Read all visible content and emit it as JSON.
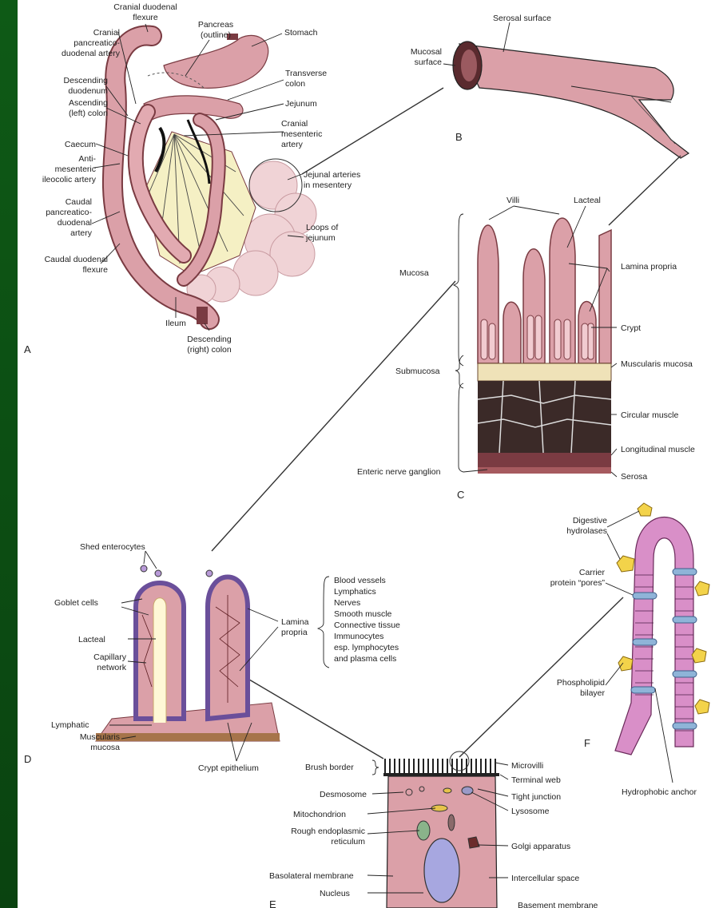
{
  "panels": {
    "a": {
      "letter": "A",
      "labels": {
        "cranial_duodenal_flexure": [
          "Cranial duodenal",
          "flexure"
        ],
        "cranial_pd_artery": [
          "Cranial",
          "pancreatico-",
          "duodenal artery"
        ],
        "pancreas": [
          "Pancreas",
          "(outline)"
        ],
        "stomach": [
          "Stomach"
        ],
        "descending_duodenum": [
          "Descending",
          "duodenum"
        ],
        "ascending_colon": [
          "Ascending",
          "(left) colon"
        ],
        "transverse_colon": [
          "Transverse",
          "colon"
        ],
        "jejunum": [
          "Jejunum"
        ],
        "cranial_mesenteric_artery": [
          "Cranial",
          "mesenteric",
          "artery"
        ],
        "caecum": [
          "Caecum"
        ],
        "antimesenteric": [
          "Anti-",
          "mesenteric",
          "ileocolic artery"
        ],
        "jejunal_arteries": [
          "Jejunal arteries",
          "in mesentery"
        ],
        "caudal_pd_artery": [
          "Caudal",
          "pancreatico-",
          "duodenal",
          "artery"
        ],
        "loops_jejunum": [
          "Loops of",
          "jejunum"
        ],
        "caudal_duodenal_flexure": [
          "Caudal duodenal",
          "flexure"
        ],
        "ileum": [
          "Ileum"
        ],
        "descending_colon": [
          "Descending",
          "(right) colon"
        ]
      }
    },
    "b": {
      "letter": "B",
      "labels": {
        "serosal_surface": [
          "Serosal surface"
        ],
        "mucosal_surface": [
          "Mucosal",
          "surface"
        ]
      }
    },
    "c": {
      "letter": "C",
      "labels": {
        "villi": [
          "Villi"
        ],
        "lacteal": [
          "Lacteal"
        ],
        "lamina_propria": [
          "Lamina propria"
        ],
        "mucosa": [
          "Mucosa"
        ],
        "crypt": [
          "Crypt"
        ],
        "submucosa": [
          "Submucosa"
        ],
        "muscularis_mucosa": [
          "Muscularis mucosa"
        ],
        "circular_muscle": [
          "Circular muscle"
        ],
        "longitudinal_muscle": [
          "Longitudinal muscle"
        ],
        "enteric_nerve_ganglion": [
          "Enteric nerve ganglion"
        ],
        "serosa": [
          "Serosa"
        ]
      }
    },
    "d": {
      "letter": "D",
      "labels": {
        "shed_enterocytes": [
          "Shed enterocytes"
        ],
        "goblet_cells": [
          "Goblet cells"
        ],
        "lacteal": [
          "Lacteal"
        ],
        "capillary_network": [
          "Capillary",
          "network"
        ],
        "lamina_propria": [
          "Lamina",
          "propria"
        ],
        "lamina_list": [
          "Blood vessels",
          "Lymphatics",
          "Nerves",
          "Smooth muscle",
          "Connective tissue",
          "Immunocytes",
          "esp. lymphocytes",
          "and plasma cells"
        ],
        "lymphatic": [
          "Lymphatic"
        ],
        "muscularis_mucosa": [
          "Muscularis",
          "mucosa"
        ],
        "crypt_epithelium": [
          "Crypt epithelium"
        ]
      }
    },
    "e": {
      "letter": "E",
      "labels": {
        "brush_border": [
          "Brush border"
        ],
        "microvilli": [
          "Microvilli"
        ],
        "terminal_web": [
          "Terminal web"
        ],
        "desmosome": [
          "Desmosome"
        ],
        "tight_junction": [
          "Tight junction"
        ],
        "lysosome": [
          "Lysosome"
        ],
        "mitochondrion": [
          "Mitochondrion"
        ],
        "rough_er": [
          "Rough endoplasmic",
          "reticulum"
        ],
        "golgi": [
          "Golgi apparatus"
        ],
        "basolateral": [
          "Basolateral membrane"
        ],
        "intercellular": [
          "Intercellular space"
        ],
        "nucleus": [
          "Nucleus"
        ],
        "basement": [
          "Basement membrane"
        ]
      }
    },
    "f": {
      "letter": "F",
      "labels": {
        "digestive_hydrolases": [
          "Digestive",
          "hydrolases"
        ],
        "carrier_protein": [
          "Carrier",
          "protein “pores”"
        ],
        "phospholipid": [
          "Phospholipid",
          "bilayer"
        ],
        "hydrophobic_anchor": [
          "Hydrophobic anchor"
        ]
      }
    }
  },
  "colors": {
    "frame_green": "#0b4d12",
    "tissue_pink": "#dba0a8",
    "tissue_dark": "#7a3b42",
    "mesentery_yellow": "#f5f0c4",
    "membrane_blue": "#8fb4d8",
    "enzyme_yellow": "#f3d34a",
    "nucleus_blue": "#a7a7e0"
  }
}
